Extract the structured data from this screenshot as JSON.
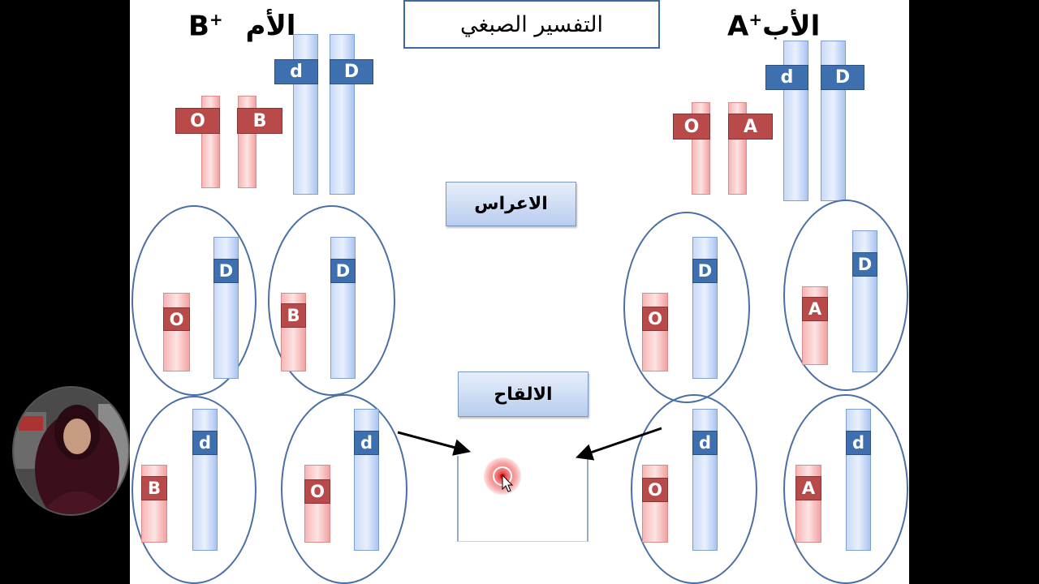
{
  "title": "التفسير الصبغي",
  "mother": {
    "label": "الأم",
    "genotype": "B",
    "rh_sign": "+"
  },
  "father": {
    "label": "الأب",
    "genotype": "A",
    "rh_sign": "+"
  },
  "stages": {
    "gametes": "الاعراس",
    "fertilization": "الالقاح"
  },
  "alleles": {
    "mother_parent": [
      "O",
      "B",
      "d",
      "D"
    ],
    "father_parent": [
      "O",
      "A",
      "d",
      "D"
    ],
    "mother_gametes": [
      [
        "O",
        "D"
      ],
      [
        "B",
        "D"
      ],
      [
        "B",
        "d"
      ],
      [
        "O",
        "d"
      ]
    ],
    "father_gametes": [
      [
        "O",
        "D"
      ],
      [
        "A",
        "D"
      ],
      [
        "O",
        "d"
      ],
      [
        "A",
        "d"
      ]
    ]
  },
  "colors": {
    "blood_group_allele": "#b84a4a",
    "rh_allele": "#3e6fae",
    "gamete_outline": "#4a6fa5"
  }
}
